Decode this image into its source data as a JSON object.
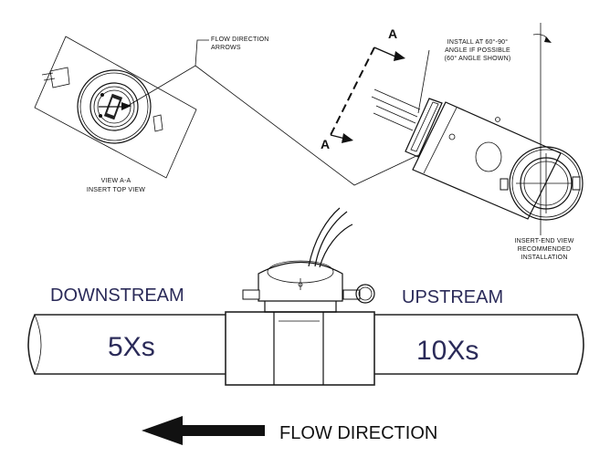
{
  "labels": {
    "flow_direction_arrows": [
      "FLOW DIRECTION",
      "ARROWS"
    ],
    "view_aa": [
      "VIEW A-A",
      "INSERT TOP VIEW"
    ],
    "install_angle": [
      "INSTALL AT 60°-90°",
      "ANGLE IF POSSIBLE",
      "(60° ANGLE SHOWN)"
    ],
    "section_mark": "A",
    "insert_end_view": [
      "INSERT-END VIEW",
      "RECOMMENDED",
      "INSTALLATION"
    ],
    "downstream": "DOWNSTREAM",
    "upstream": "UPSTREAM",
    "downstream_mult": "5Xs",
    "upstream_mult": "10Xs",
    "flow_direction": "FLOW DIRECTION"
  },
  "colors": {
    "line": "#111111",
    "text_blue": "#2b2b59",
    "background": "#ffffff"
  }
}
